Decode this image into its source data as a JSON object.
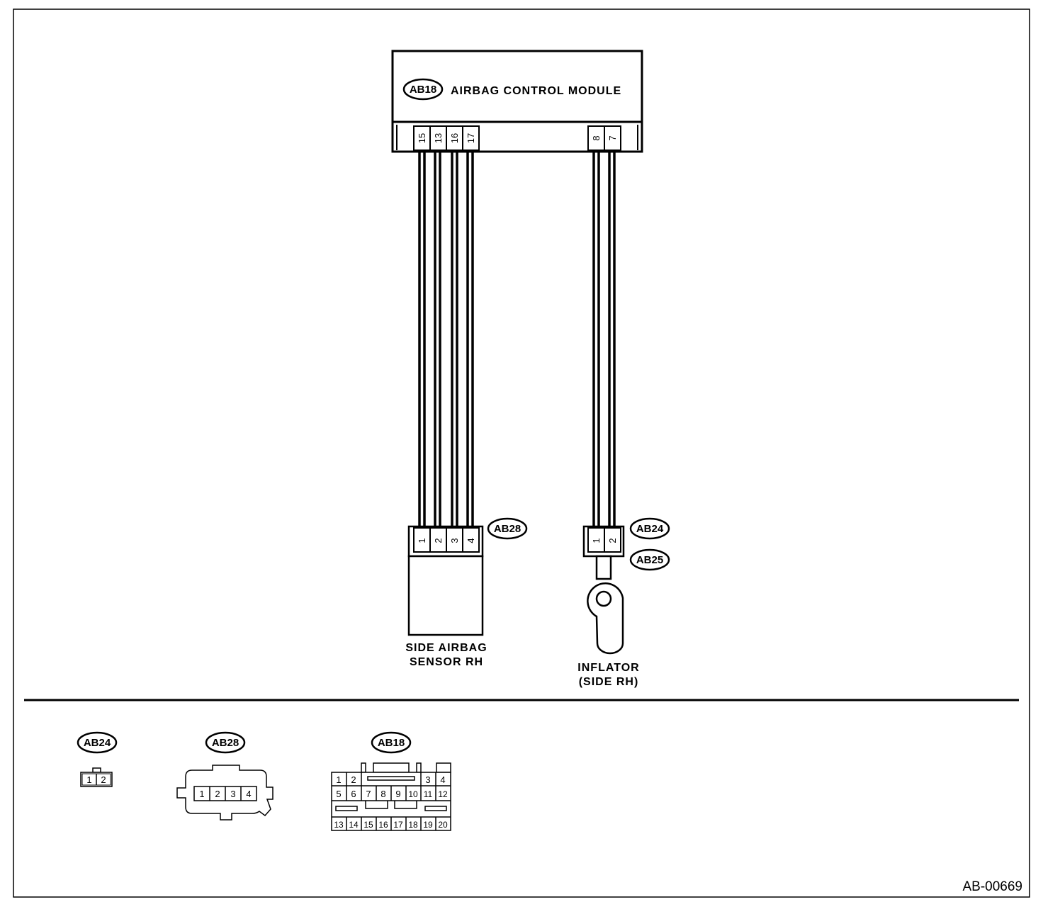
{
  "module": {
    "tag": "AB18",
    "name": "AIRBAG CONTROL MODULE",
    "pins_left": [
      "15",
      "13",
      "16",
      "17"
    ],
    "pins_right": [
      "8",
      "7"
    ]
  },
  "sensor": {
    "tag": "AB28",
    "pins": [
      "1",
      "2",
      "3",
      "4"
    ],
    "label_line1": "SIDE AIRBAG",
    "label_line2": "SENSOR RH"
  },
  "inflator": {
    "tag_top": "AB24",
    "tag_bottom": "AB25",
    "pins": [
      "1",
      "2"
    ],
    "label_line1": "INFLATOR",
    "label_line2": "(SIDE RH)"
  },
  "connector_views": {
    "ab24": {
      "tag": "AB24",
      "pins": [
        "1",
        "2"
      ]
    },
    "ab28": {
      "tag": "AB28",
      "pins": [
        "1",
        "2",
        "3",
        "4"
      ]
    },
    "ab18": {
      "tag": "AB18",
      "row1": [
        "1",
        "2",
        "3",
        "4"
      ],
      "row2": [
        "5",
        "6",
        "7",
        "8",
        "9",
        "10",
        "11",
        "12"
      ],
      "row4": [
        "13",
        "14",
        "15",
        "16",
        "17",
        "18",
        "19",
        "20"
      ]
    }
  },
  "figure_code": "AB-00669"
}
